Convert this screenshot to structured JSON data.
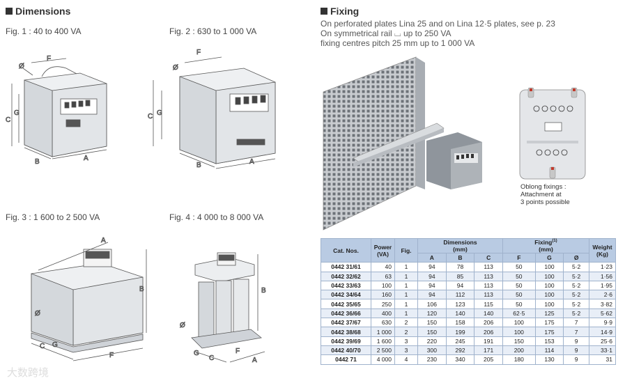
{
  "dimensions": {
    "title": "Dimensions",
    "fig1": "Fig. 1 : 40 to 400 VA",
    "fig2": "Fig. 2 : 630 to 1 000 VA",
    "fig3": "Fig. 3 : 1 600 to 2 500 VA",
    "fig4": "Fig. 4 : 4 000 to 8 000 VA",
    "labels": {
      "phi": "Ø",
      "F": "F",
      "C": "C",
      "G": "G",
      "B": "B",
      "A": "A"
    }
  },
  "fixing": {
    "title": "Fixing",
    "line1": "On perforated plates Lina 25 and on Lina 12·5 plates, see p. 23",
    "line2": "On symmetrical rail ⌴ up to 250 VA",
    "line3": "fixing centres pitch 25 mm up to 1 000 VA",
    "oblong_1": "Oblong fixings :",
    "oblong_2": "Attachment at",
    "oblong_3": "3 points possible"
  },
  "table": {
    "h_cat": "Cat. Nos.",
    "h_power": "Power",
    "h_power2": "(VA)",
    "h_fig": "Fig.",
    "h_dim": "Dimensions",
    "h_dim2": "(mm)",
    "h_fixing": "Fixing",
    "h_fixing_sup": "(1)",
    "h_fixing2": "(mm)",
    "h_weight": "Weight",
    "h_weight2": "(Kg)",
    "sub": [
      "A",
      "B",
      "C",
      "F",
      "G",
      "Ø"
    ],
    "rows": [
      [
        "0442 31/61",
        "40",
        "1",
        "94",
        "78",
        "113",
        "50",
        "100",
        "5·2",
        "1·23"
      ],
      [
        "0442 32/62",
        "63",
        "1",
        "94",
        "85",
        "113",
        "50",
        "100",
        "5·2",
        "1·56"
      ],
      [
        "0442 33/63",
        "100",
        "1",
        "94",
        "94",
        "113",
        "50",
        "100",
        "5·2",
        "1·95"
      ],
      [
        "0442 34/64",
        "160",
        "1",
        "94",
        "112",
        "113",
        "50",
        "100",
        "5·2",
        "2·6"
      ],
      [
        "0442 35/65",
        "250",
        "1",
        "106",
        "123",
        "115",
        "50",
        "100",
        "5·2",
        "3·82"
      ],
      [
        "0442 36/66",
        "400",
        "1",
        "120",
        "140",
        "140",
        "62·5",
        "125",
        "5·2",
        "5·62"
      ],
      [
        "0442 37/67",
        "630",
        "2",
        "150",
        "158",
        "206",
        "100",
        "175",
        "7",
        "9·9"
      ],
      [
        "0442 38/68",
        "1 000",
        "2",
        "150",
        "199",
        "206",
        "100",
        "175",
        "7",
        "14·9"
      ],
      [
        "0442 39/69",
        "1 600",
        "3",
        "220",
        "245",
        "191",
        "150",
        "153",
        "9",
        "25·6"
      ],
      [
        "0442 40/70",
        "2 500",
        "3",
        "300",
        "292",
        "171",
        "200",
        "114",
        "9",
        "33·1"
      ],
      [
        "0442 71",
        "4 000",
        "4",
        "230",
        "340",
        "205",
        "180",
        "130",
        "9",
        "31"
      ]
    ]
  },
  "watermark": "大数跨境"
}
